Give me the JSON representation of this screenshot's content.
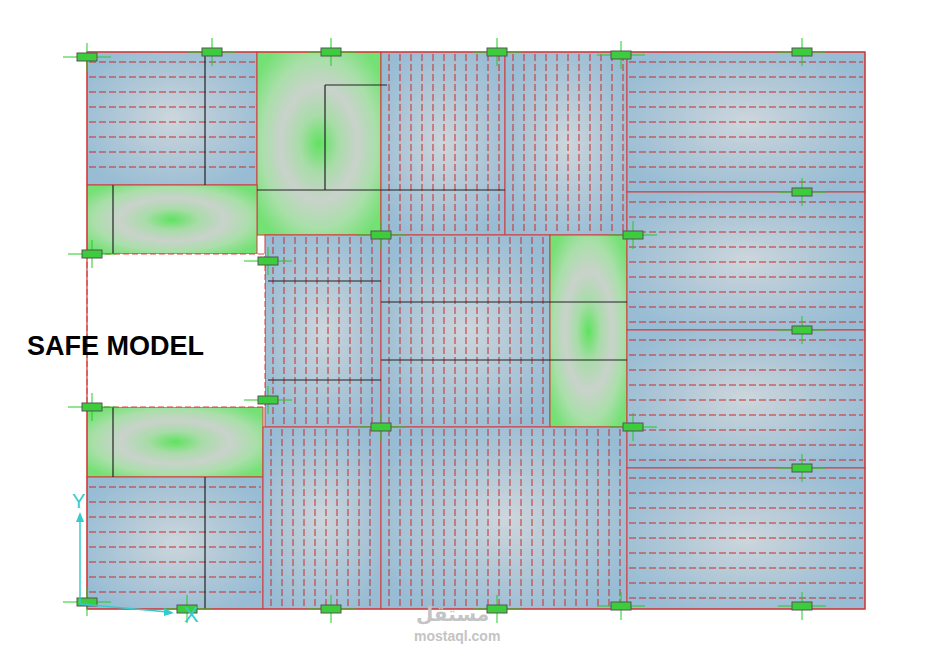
{
  "diagram": {
    "labels": [
      "SAFE MODEL",
      "Y",
      "X",
      "مستقل",
      "mostaql.com"
    ]
  }
}
